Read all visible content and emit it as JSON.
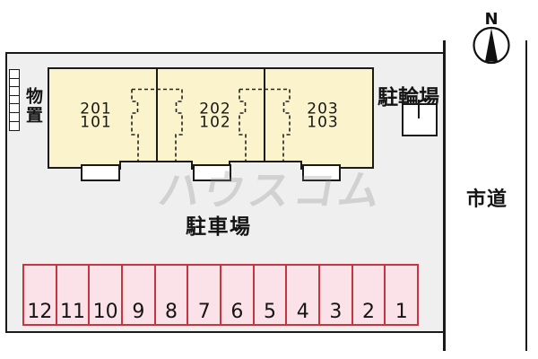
{
  "site": {
    "storage": {
      "label": "物置",
      "locker_count": 7
    },
    "building": {
      "units": [
        {
          "upper": "201",
          "lower": "101"
        },
        {
          "upper": "202",
          "lower": "102"
        },
        {
          "upper": "203",
          "lower": "103"
        }
      ]
    },
    "bicycle_parking": {
      "label": "駐輪場"
    },
    "parking_lot": {
      "label": "駐車場",
      "stalls": [
        "12",
        "11",
        "10",
        "9",
        "8",
        "7",
        "6",
        "5",
        "4",
        "3",
        "2",
        "1"
      ]
    }
  },
  "road": {
    "label": "市道"
  },
  "compass": {
    "label": "N"
  },
  "watermark": {
    "text": "ハウスコム"
  },
  "colors": {
    "site_fill": "#efefef",
    "building_fill": "#faf3cb",
    "stall_fill": "#fbe2e9",
    "stall_border": "#c9353f",
    "outline": "#1a1a1a"
  }
}
